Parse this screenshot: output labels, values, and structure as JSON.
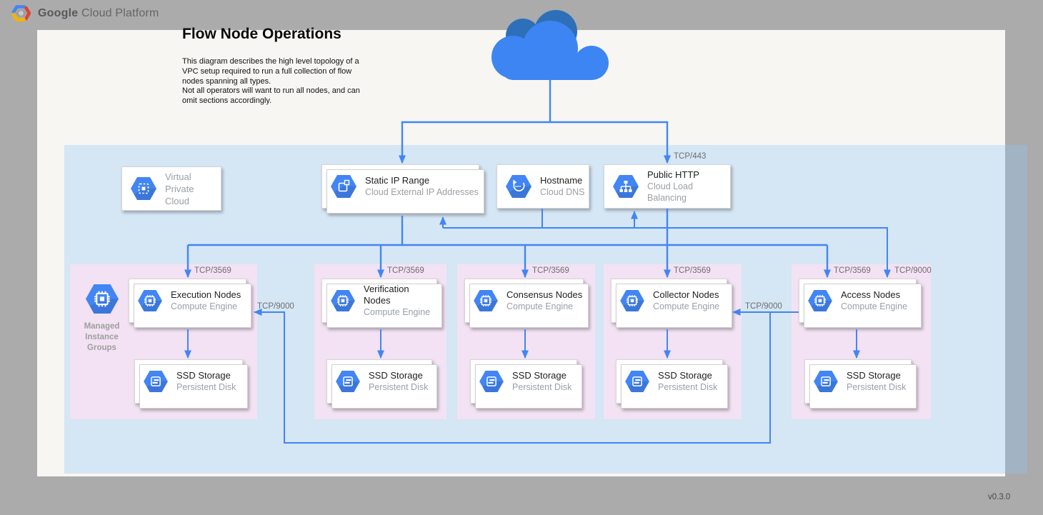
{
  "header": {
    "brand_google": "Google",
    "brand_cloud": "Cloud Platform"
  },
  "canvas": {
    "title": "Flow Node Operations",
    "description": "This diagram describes the high level topology of a\nVPC setup required to run a full collection of flow\nnodes spanning all types.\nNot all operators will want to run all nodes, and can\nomit sections accordingly.",
    "version": "v0.3.0"
  },
  "ports": {
    "https": "TCP/443",
    "node": "TCP/3569",
    "access": "TCP/9000"
  },
  "services": {
    "vpc": {
      "title": "Virtual Private Cloud",
      "icon": "vpc-icon"
    },
    "static_ip": {
      "title": "Static IP Range",
      "subtitle": "Cloud External IP Addresses",
      "icon": "external-ip-icon"
    },
    "hostname": {
      "title": "Hostname",
      "subtitle": "Cloud DNS",
      "icon": "dns-icon"
    },
    "public_http": {
      "title": "Public HTTP",
      "subtitle": "Cloud Load Balancing",
      "icon": "load-balancer-icon"
    }
  },
  "mig": {
    "label": "Managed\nInstance\nGroups"
  },
  "groups": [
    {
      "node_title": "Execution Nodes",
      "node_subtitle": "Compute Engine",
      "disk_title": "SSD Storage",
      "disk_subtitle": "Persistent Disk"
    },
    {
      "node_title": "Verification Nodes",
      "node_subtitle": "Compute Engine",
      "disk_title": "SSD Storage",
      "disk_subtitle": "Persistent Disk"
    },
    {
      "node_title": "Consensus Nodes",
      "node_subtitle": "Compute Engine",
      "disk_title": "SSD Storage",
      "disk_subtitle": "Persistent Disk"
    },
    {
      "node_title": "Collector Nodes",
      "node_subtitle": "Compute Engine",
      "disk_title": "SSD Storage",
      "disk_subtitle": "Persistent Disk"
    },
    {
      "node_title": "Access Nodes",
      "node_subtitle": "Compute Engine",
      "disk_title": "SSD Storage",
      "disk_subtitle": "Persistent Disk"
    }
  ],
  "colors": {
    "accent_blue": "#4285f4",
    "hexagon_blue": "#4285f4",
    "cloud_front": "#3d85f2",
    "cloud_back": "#2e6fba",
    "vpc_region_tint": "#dcecfb",
    "group_pink": "#f3e2f3",
    "background_gray": "#ababab",
    "canvas_white": "#f7f6f3"
  }
}
